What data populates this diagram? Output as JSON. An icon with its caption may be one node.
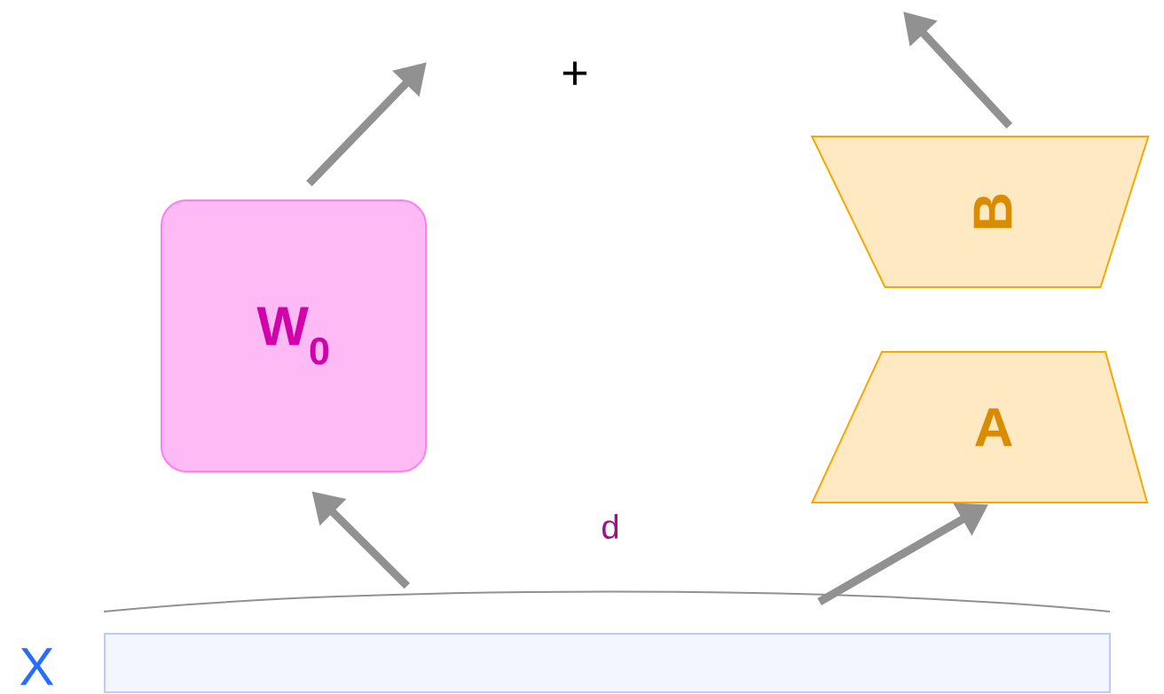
{
  "diagram": {
    "nodes": [
      {
        "text": [],
        "shape": "bar",
        "beside": [
          "X"
        ]
      },
      {
        "text": [
          "W$_{0}$"
        ]
      },
      {
        "text": [
          "B"
        ]
      },
      {
        "text": [
          "A"
        ]
      }
    ],
    "edges": [
      {
        "from": 0,
        "to": 1,
        "arrow": "to"
      },
      {
        "from": 0,
        "to": 3,
        "arrow": "to"
      },
      {
        "from": 1,
        "to": null,
        "arrow": "to"
      },
      {
        "from": 2,
        "to": null,
        "arrow": "to"
      }
    ],
    "labels": [
      "+",
      "d"
    ]
  }
}
